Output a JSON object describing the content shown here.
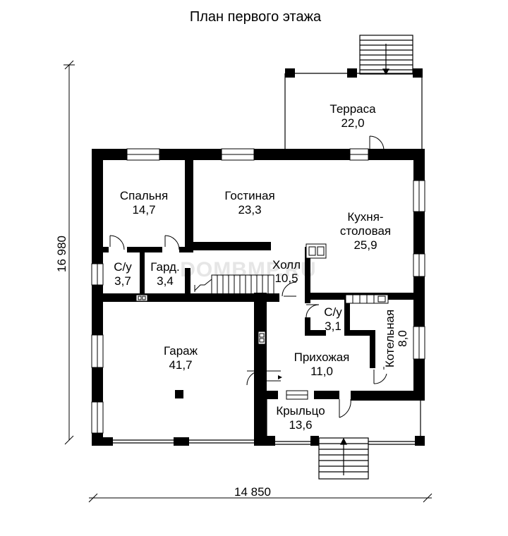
{
  "title": "План первого этажа",
  "watermark": "DOMBMP.RU",
  "dimensions": {
    "width": "14 850",
    "height": "16 980"
  },
  "rooms": {
    "terrace": {
      "name": "Терраса",
      "area": "22,0"
    },
    "bedroom": {
      "name": "Спальня",
      "area": "14,7"
    },
    "living": {
      "name": "Гостиная",
      "area": "23,3"
    },
    "kitchen": {
      "name_line1": "Кухня-",
      "name_line2": "столовая",
      "area": "25,9"
    },
    "bath1": {
      "name": "С/у",
      "area": "3,7"
    },
    "wardrobe": {
      "name": "Гард.",
      "area": "3,4"
    },
    "hall": {
      "name": "Холл",
      "area": "10,5"
    },
    "bath2": {
      "name": "С/у",
      "area": "3,1"
    },
    "boiler": {
      "name": "Котельная",
      "area": "8,0"
    },
    "garage": {
      "name": "Гараж",
      "area": "41,7"
    },
    "entrance": {
      "name": "Прихожая",
      "area": "11,0"
    },
    "porch": {
      "name": "Крыльцо",
      "area": "13,6"
    }
  }
}
